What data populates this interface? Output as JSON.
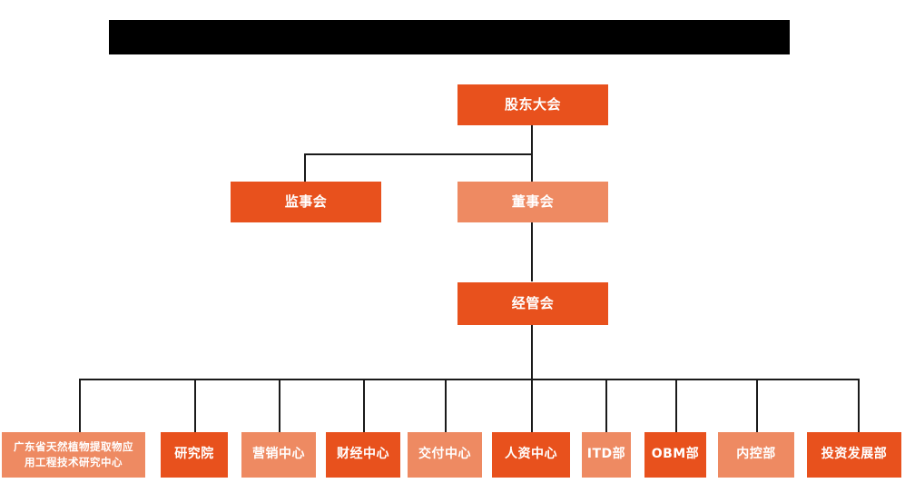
{
  "banner": {
    "name": "redacted-title-banner",
    "text": ""
  },
  "colors": {
    "primary": "#E8511D",
    "secondary": "#EE8A62",
    "connector": "#1a1a1a",
    "background": "#ffffff",
    "banner": "#000000",
    "node_text": "#ffffff"
  },
  "chart_data": {
    "type": "diagram",
    "subtype": "org-chart",
    "title": "",
    "levels": [
      {
        "level": 1,
        "nodes": [
          {
            "id": "shareholders",
            "label": "股东大会",
            "style": "primary"
          }
        ]
      },
      {
        "level": 2,
        "nodes": [
          {
            "id": "supervisors",
            "label": "监事会",
            "style": "primary"
          },
          {
            "id": "directors",
            "label": "董事会",
            "style": "secondary"
          }
        ]
      },
      {
        "level": 3,
        "nodes": [
          {
            "id": "management",
            "label": "经管会",
            "style": "primary"
          }
        ]
      },
      {
        "level": 4,
        "nodes": [
          {
            "id": "research-center",
            "label": "广东省天然植物提取物应用工程技术研究中心",
            "style": "secondary"
          },
          {
            "id": "institute",
            "label": "研究院",
            "style": "primary"
          },
          {
            "id": "marketing",
            "label": "营销中心",
            "style": "secondary"
          },
          {
            "id": "finance",
            "label": "财经中心",
            "style": "primary"
          },
          {
            "id": "delivery",
            "label": "交付中心",
            "style": "secondary"
          },
          {
            "id": "hr",
            "label": "人资中心",
            "style": "primary"
          },
          {
            "id": "itd",
            "label": "ITD部",
            "style": "secondary"
          },
          {
            "id": "obm",
            "label": "OBM部",
            "style": "primary"
          },
          {
            "id": "internal-control",
            "label": "内控部",
            "style": "secondary"
          },
          {
            "id": "investment",
            "label": "投资发展部",
            "style": "primary"
          }
        ]
      }
    ],
    "edges": [
      {
        "from": "shareholders",
        "to": "supervisors"
      },
      {
        "from": "shareholders",
        "to": "directors"
      },
      {
        "from": "directors",
        "to": "management"
      },
      {
        "from": "management",
        "to": "research-center"
      },
      {
        "from": "management",
        "to": "institute"
      },
      {
        "from": "management",
        "to": "marketing"
      },
      {
        "from": "management",
        "to": "finance"
      },
      {
        "from": "management",
        "to": "delivery"
      },
      {
        "from": "management",
        "to": "hr"
      },
      {
        "from": "management",
        "to": "itd"
      },
      {
        "from": "management",
        "to": "obm"
      },
      {
        "from": "management",
        "to": "internal-control"
      },
      {
        "from": "management",
        "to": "investment"
      }
    ]
  },
  "nodes": {
    "shareholders": {
      "label": "股东大会"
    },
    "supervisors": {
      "label": "监事会"
    },
    "directors": {
      "label": "董事会"
    },
    "management": {
      "label": "经管会"
    },
    "research_center_l1": {
      "label": "广东省天然植物提取物应"
    },
    "research_center_l2": {
      "label": "用工程技术研究中心"
    },
    "institute": {
      "label": "研究院"
    },
    "marketing": {
      "label": "营销中心"
    },
    "finance": {
      "label": "财经中心"
    },
    "delivery": {
      "label": "交付中心"
    },
    "hr": {
      "label": "人资中心"
    },
    "itd": {
      "label": "ITD部"
    },
    "obm": {
      "label": "OBM部"
    },
    "internal_control": {
      "label": "内控部"
    },
    "investment": {
      "label": "投资发展部"
    }
  }
}
